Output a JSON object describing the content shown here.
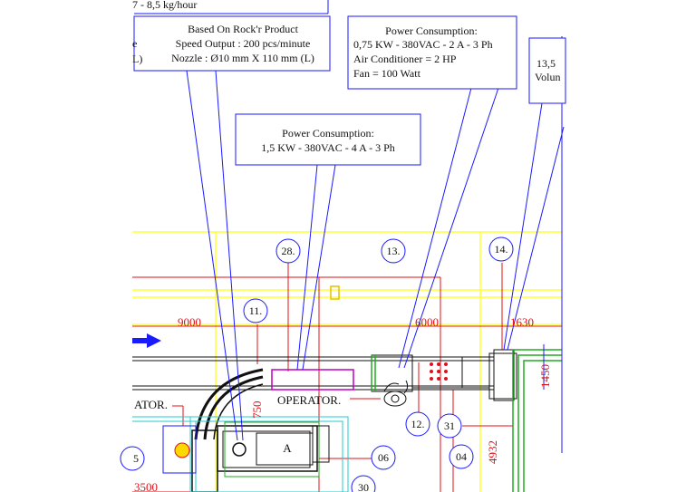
{
  "top_left_partial": {
    "line1": "7 - 8,5 kg/hour",
    "line2": "e",
    "line3": "L)"
  },
  "callout_rockr": {
    "title": "Based On Rock'r  Product",
    "line1": "Speed Output : 200 pcs/minute",
    "line2": "Nozzle : Ø10 mm X 110 mm (L)"
  },
  "callout_power_1": {
    "title": "Power Consumption:",
    "line1": "0,75 KW - 380VAC - 2 A - 3 Ph",
    "line2": "Air Conditioner  = 2 HP",
    "line3": "Fan  = 100 Watt"
  },
  "callout_power_2": {
    "title": "Power Consumption:",
    "line1": "1,5 KW - 380VAC - 4 A - 3 Ph"
  },
  "callout_right_partial": {
    "line1": "13,5",
    "line2": "Volun"
  },
  "markers": {
    "m28": "28.",
    "m13": "13.",
    "m14": "14.",
    "m11": "11.",
    "m12": "12.",
    "m31": "31",
    "m06": "06",
    "m04": "04",
    "m30": "30",
    "m5": "5"
  },
  "dimensions": {
    "d9000": "9000",
    "d6000": "6000",
    "d1630": "1630",
    "d1450": "1450",
    "d750": "750",
    "d4932": "4932",
    "d3500": "3500"
  },
  "labels": {
    "operator": "OPERATOR.",
    "operator_left": "ATOR.",
    "machine_a": "A"
  },
  "colors": {
    "callout_border": "#1a1aff",
    "dimension_red": "#e0101a",
    "guide_yellow": "#ffff33",
    "cyan": "#22cccc",
    "green": "#22aa22",
    "black": "#111111",
    "magenta": "#c000c0"
  }
}
